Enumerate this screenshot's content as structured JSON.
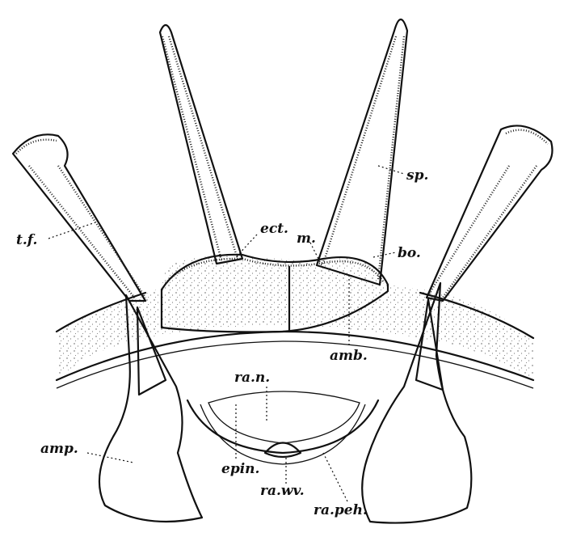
{
  "labels": {
    "sp": "sp.",
    "ect": "ect.",
    "m": "m.",
    "bo": "bo.",
    "tf": "t.f.",
    "amb": "amb.",
    "ran": "ra.n.",
    "amp": "amp.",
    "epin": "epin.",
    "rawv": "ra.wv.",
    "rapeh": "ra.peh."
  }
}
